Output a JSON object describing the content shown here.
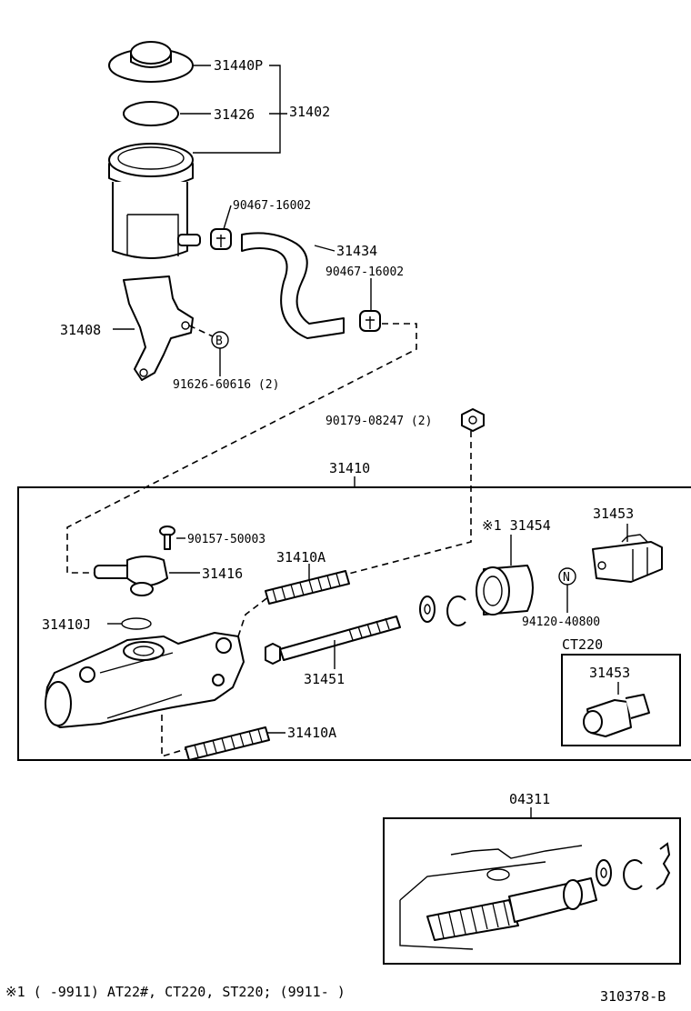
{
  "labels": {
    "p31440P": "31440P",
    "p31426": "31426",
    "p31402": "31402",
    "p90467a": "90467-16002",
    "p31434": "31434",
    "p90467b": "90467-16002",
    "p31408": "31408",
    "b_marker": "B",
    "p91626": "91626-60616 (2)",
    "p90179": "90179-08247 (2)",
    "p31410": "31410",
    "p90157": "90157-50003",
    "p31454": "※1 31454",
    "p31453a": "31453",
    "p31410A_top": "31410A",
    "p31416": "31416",
    "n_marker": "N",
    "p31410J": "31410J",
    "p94120": "94120-40800",
    "ct220": "CT220",
    "p31453b": "31453",
    "p31451": "31451",
    "p31410A_bot": "31410A",
    "p04311": "04311"
  },
  "footnote": "※1 (      -9911) AT22#, CT220, ST220; (9911-       )",
  "diagram_id": "310378-B"
}
